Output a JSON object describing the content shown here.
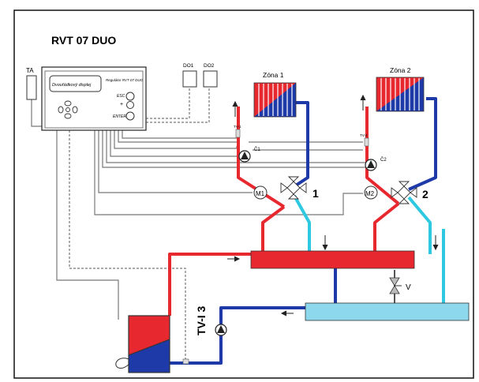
{
  "title": "RVT 07 DUO",
  "controller": {
    "display_label": "Dvouřádkový displej",
    "regulator_label": "Regulátor RVT 07 DUO",
    "esc_label": "ESC",
    "plus_label": "+",
    "enter_label": "ENTER"
  },
  "sensors": {
    "ta": "TA",
    "do1": "DO1",
    "do2": "DO2",
    "tv1": "TV-1",
    "tv2": "TV-2"
  },
  "zones": {
    "zone1": "Zóna 1",
    "zone2": "Zóna 2"
  },
  "pumps": {
    "c1": "Č1",
    "c2": "Č2"
  },
  "valves": {
    "m1": "M1",
    "m2": "M2",
    "n1": "1",
    "n2": "2",
    "v": "V"
  },
  "boiler_sensor": "TV-I 3",
  "colors": {
    "hot": "#e8282f",
    "cold": "#1e3aa8",
    "return_light": "#2ec8e0",
    "tank": "#8ed8ee",
    "wire": "#777777"
  }
}
